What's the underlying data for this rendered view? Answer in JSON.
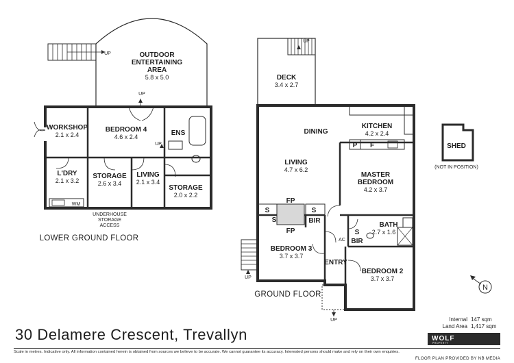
{
  "address": "30 Delamere Crescent, Trevallyn",
  "floors": {
    "lower": "LOWER GROUND FLOOR",
    "ground": "GROUND FLOOR"
  },
  "lower_rooms": {
    "outdoor": {
      "line1": "OUTDOOR",
      "line2": "ENTERTAINING",
      "line3": "AREA",
      "dim": "5.8 x 5.0"
    },
    "workshop": {
      "name": "WORKSHOP",
      "dim": "2.1 x 2.4"
    },
    "bedroom4": {
      "name": "BEDROOM 4",
      "dim": "4.6 x 2.4"
    },
    "ens": {
      "name": "ENS"
    },
    "ldry": {
      "name": "L'DRY",
      "dim": "2.1 x 3.2"
    },
    "storage1": {
      "name": "STORAGE",
      "dim": "2.6 x 3.4"
    },
    "living": {
      "name": "LIVING",
      "dim": "2.1 x 3.4"
    },
    "storage2": {
      "name": "STORAGE",
      "dim": "2.0 x 2.2"
    },
    "wm": "WM",
    "underhouse": {
      "line1": "UNDERHOUSE",
      "line2": "STORAGE",
      "line3": "ACCESS"
    }
  },
  "ground_rooms": {
    "deck": {
      "name": "DECK",
      "dim": "3.4 x 2.7"
    },
    "dining": {
      "name": "DINING"
    },
    "kitchen": {
      "name": "KITCHEN",
      "dim": "4.2 x 2.4"
    },
    "living": {
      "name": "LIVING",
      "dim": "4.7 x 6.2"
    },
    "master": {
      "line1": "MASTER",
      "line2": "BEDROOM",
      "dim": "4.2 x 3.7"
    },
    "bath": {
      "name": "BATH",
      "dim": "2.7 x 1.6"
    },
    "bedroom3": {
      "name": "BEDROOM 3",
      "dim": "3.7 x 3.7"
    },
    "bedroom2": {
      "name": "BEDROOM 2",
      "dim": "3.7 x 3.7"
    },
    "entry": {
      "name": "ENTRY"
    },
    "fp": "FP",
    "s": "S",
    "bir": "BIR",
    "p": "P",
    "f": "F",
    "ac": "AC"
  },
  "shed": {
    "name": "SHED",
    "note": "(NOT IN POSITION)"
  },
  "up": "UP",
  "north": "N",
  "areas": [
    {
      "label": "Internal",
      "value": "147 sqm"
    },
    {
      "label": "Land Area",
      "value": "1,417 sqm"
    }
  ],
  "logo": {
    "name": "WOLF",
    "sub": "PROPERTY"
  },
  "disclaimer": "Scale in metres. Indicative only.  All information contained herein is obtained from sources we believe to be accurate. We cannot guarantee its accuracy. Interested persons should make and rely on their own enquiries.",
  "credit": "FLOOR PLAN PROVIDED BY NB MEDIA"
}
